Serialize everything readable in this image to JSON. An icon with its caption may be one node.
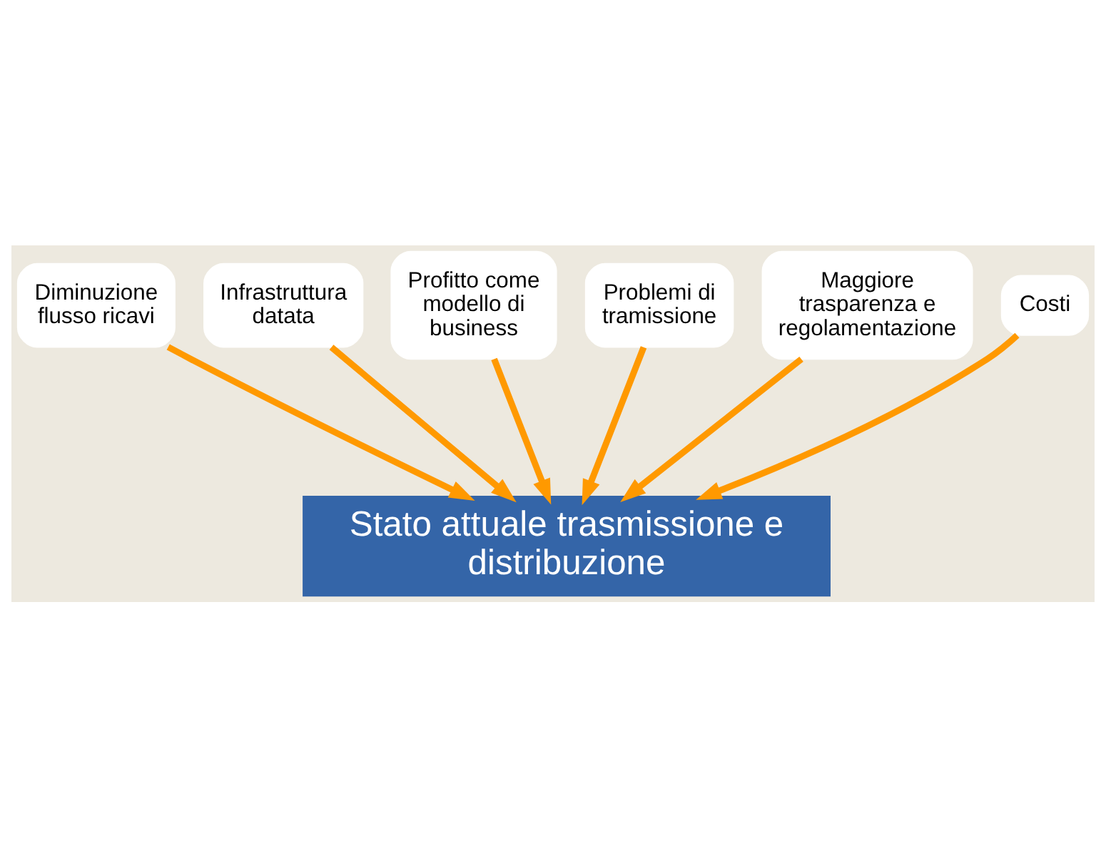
{
  "diagram": {
    "nodes": [
      {
        "text": [
          "Profitto come modello di business"
        ]
      },
      {
        "text": [
          "Problemi di tramissione"
        ]
      },
      {
        "text": [
          "Infrastruttura datata"
        ]
      },
      {
        "text": [
          "Maggiore trasparenza e regolamentazione"
        ]
      },
      {
        "text": [
          "Diminuzione flusso ricavi"
        ]
      },
      {
        "text": [
          "Costi"
        ]
      },
      {
        "text": [
          "Stato attuale trasmissione e distribuzione"
        ]
      }
    ],
    "edges": [
      {
        "from": 4,
        "to": 6,
        "arrow": "to"
      },
      {
        "from": 2,
        "to": 6,
        "arrow": "to"
      },
      {
        "from": 0,
        "to": 6,
        "arrow": "to"
      },
      {
        "from": 1,
        "to": 6,
        "arrow": "to"
      },
      {
        "from": 3,
        "to": 6,
        "arrow": "to"
      },
      {
        "from": 5,
        "to": 6,
        "arrow": "to"
      }
    ]
  }
}
